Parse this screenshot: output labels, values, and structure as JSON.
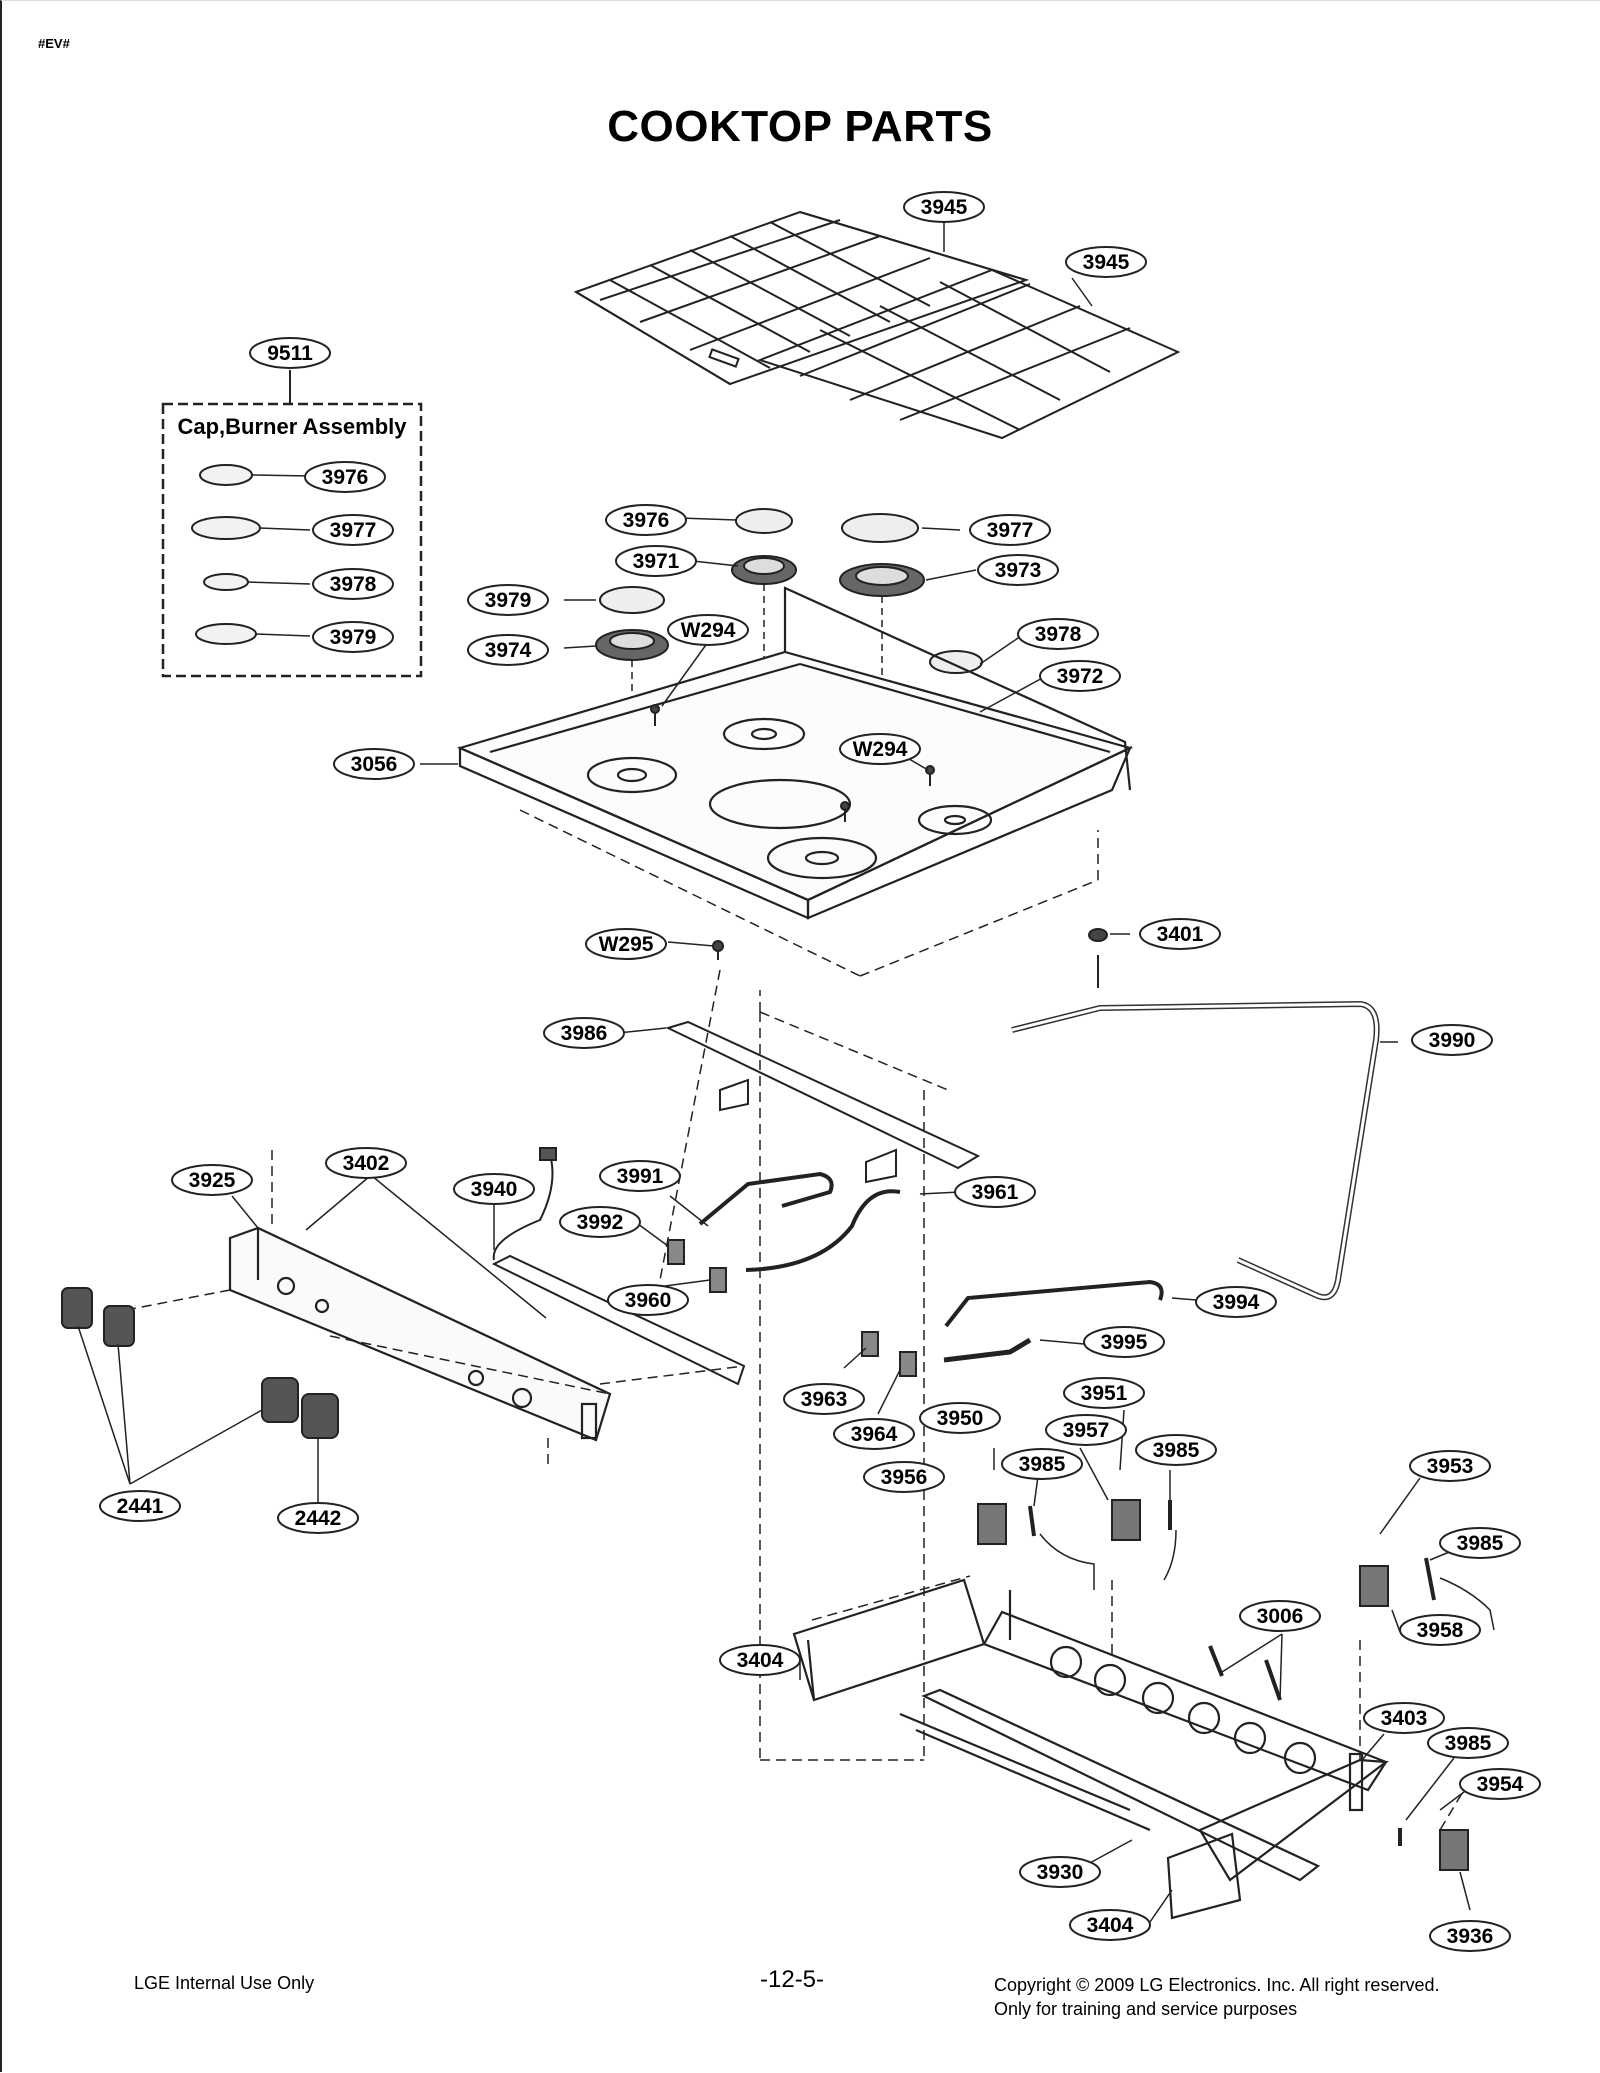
{
  "header": {
    "corner_tag": "#EV#",
    "title": "COOKTOP PARTS"
  },
  "assembly_box": {
    "title": "Cap,Burner Assembly",
    "label": "9511"
  },
  "callouts": [
    "3945",
    "3945",
    "9511",
    "3976",
    "3977",
    "3978",
    "3979",
    "3976",
    "3977",
    "3971",
    "3973",
    "3979",
    "W294",
    "3974",
    "3978",
    "3972",
    "3056",
    "W294",
    "W295",
    "3401",
    "3986",
    "3990",
    "3925",
    "3402",
    "3940",
    "3991",
    "3992",
    "3960",
    "3961",
    "3994",
    "3995",
    "3963",
    "3964",
    "3950",
    "3951",
    "3957",
    "3985",
    "3985",
    "3956",
    "3953",
    "3985",
    "2441",
    "2442",
    "3006",
    "3958",
    "3404",
    "3403",
    "3985",
    "3954",
    "3930",
    "3404",
    "3936"
  ],
  "footer": {
    "left": "LGE Internal Use Only",
    "center": "-12-5-",
    "right_line1": "Copyright © 2009 LG Electronics. Inc. All right reserved.",
    "right_line2": "Only for training and service purposes"
  },
  "colors": {
    "line": "#222222",
    "background": "#ffffff"
  }
}
